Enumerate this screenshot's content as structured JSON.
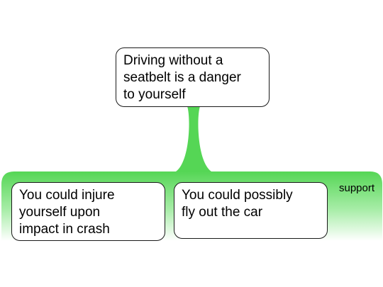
{
  "claim": {
    "lines": [
      "Driving without a",
      "seatbelt is a danger",
      "to yourself"
    ]
  },
  "relation": {
    "label": "support"
  },
  "premises": [
    {
      "lines": [
        "You could injure",
        "yourself upon",
        "impact in crash"
      ]
    },
    {
      "lines": [
        "You could possibly",
        "fly out the car"
      ]
    }
  ],
  "colors": {
    "support_green": "#55d655",
    "node_border": "#1a1a1a"
  }
}
